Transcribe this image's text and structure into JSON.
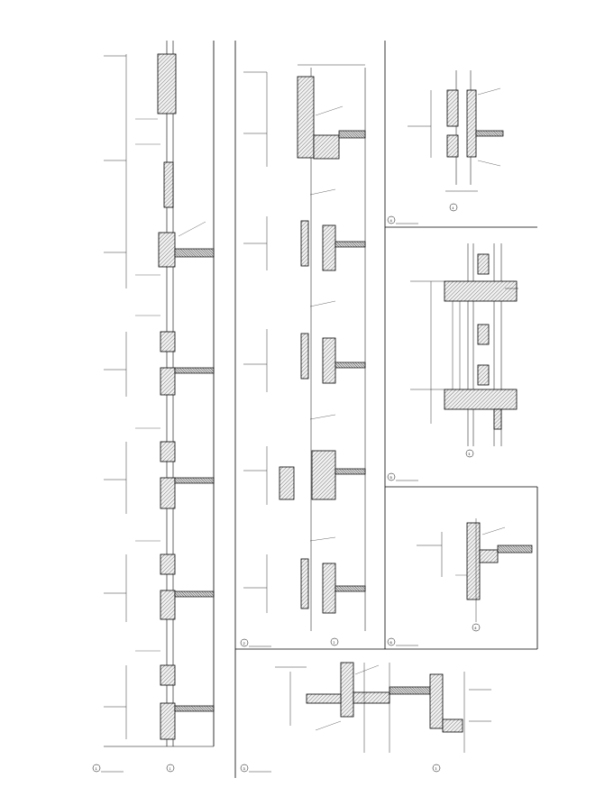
{
  "sheet": {
    "panels": [
      {
        "id": "p1",
        "marker": "1",
        "axis_mark": "1"
      },
      {
        "id": "p2",
        "marker": "2",
        "axis_mark": "2"
      },
      {
        "id": "p3",
        "marker": "3",
        "axis_mark": "3"
      },
      {
        "id": "p4",
        "marker": "4",
        "axis_mark": "4"
      },
      {
        "id": "p5",
        "marker": "5",
        "axis_mark": "5"
      },
      {
        "id": "p6",
        "marker": "6",
        "axis_mark": "6"
      }
    ]
  }
}
